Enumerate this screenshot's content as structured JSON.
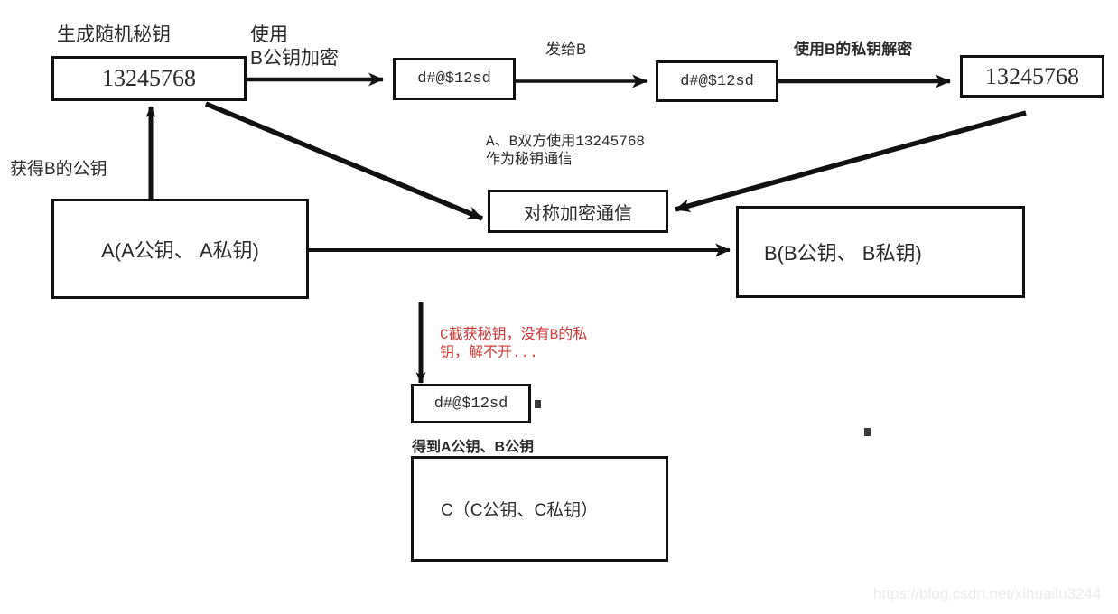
{
  "diagram": {
    "title_watermark": "https://blog.csdn.net/xihuailu3244",
    "nodes": {
      "secret_key_a": {
        "text": "13245768"
      },
      "cipher_1": {
        "text": "d#@$12sd"
      },
      "cipher_2": {
        "text": "d#@$12sd"
      },
      "secret_key_b": {
        "text": "13245768"
      },
      "symmetric_channel": {
        "text": "对称加密通信"
      },
      "party_a": {
        "text": "A(A公钥、 A私钥)"
      },
      "party_b": {
        "text": "B(B公钥、 B私钥)"
      },
      "intercepted_cipher": {
        "text": "d#@$12sd"
      },
      "party_c": {
        "text": "C（C公钥、C私钥）"
      }
    },
    "captions": {
      "generate_random_key": "生成随机秘钥",
      "encrypt_with_b_public": "使用\nB公钥加密",
      "send_to_b": "发给B",
      "decrypt_with_b_private": "使用B的私钥解密",
      "both_use_key": "A、B双方使用13245768\n作为秘钥通信",
      "obtain_b_public_key": "获得B的公钥",
      "c_intercepts": "C截获秘钥，没有B的私\n钥，解不开...",
      "c_obtains_public_keys": "得到A公钥、B公钥"
    },
    "colors": {
      "stroke": "#111111",
      "text": "#2b2b2b",
      "warning": "#d03a3a",
      "background": "#ffffff",
      "watermark": "#ebebeb"
    }
  }
}
